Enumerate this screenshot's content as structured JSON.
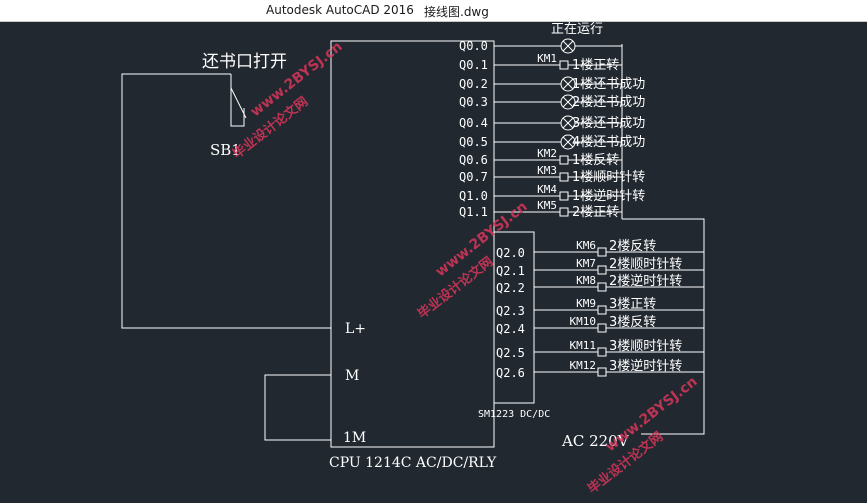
{
  "window": {
    "app_title": "Autodesk AutoCAD 2016",
    "file_name": "接线图.dwg"
  },
  "drawing": {
    "colors": {
      "background": "#212830",
      "line": "#ffffff",
      "watermark": "#d9365a"
    },
    "switch_label": "还书口打开",
    "switch_name": "SB1",
    "plc": {
      "model": "CPU 1214C AC/DC/RLY",
      "module": "SM1223 DC/DC",
      "inputs": [
        "L+",
        "M",
        "1M"
      ],
      "supply": "AC 220V"
    },
    "cpu_outputs": [
      {
        "address": "Q0.0",
        "relay": "",
        "device": "lamp",
        "label": "正在运行"
      },
      {
        "address": "Q0.1",
        "relay": "KM1",
        "device": "coil",
        "label": "1楼正转"
      },
      {
        "address": "Q0.2",
        "relay": "",
        "device": "lamp",
        "label": "1楼还书成功"
      },
      {
        "address": "Q0.3",
        "relay": "",
        "device": "lamp",
        "label": "2楼还书成功"
      },
      {
        "address": "Q0.4",
        "relay": "",
        "device": "lamp",
        "label": "3楼还书成功"
      },
      {
        "address": "Q0.5",
        "relay": "",
        "device": "lamp",
        "label": "4楼还书成功"
      },
      {
        "address": "Q0.6",
        "relay": "KM2",
        "device": "coil",
        "label": "1楼反转"
      },
      {
        "address": "Q0.7",
        "relay": "KM3",
        "device": "coil",
        "label": "1楼顺时针转"
      },
      {
        "address": "Q1.0",
        "relay": "KM4",
        "device": "coil",
        "label": "1楼逆时针转"
      },
      {
        "address": "Q1.1",
        "relay": "KM5",
        "device": "coil",
        "label": "2楼正转"
      }
    ],
    "module_outputs": [
      {
        "address": "Q2.0",
        "relay": "KM6",
        "label": "2楼反转"
      },
      {
        "address": "Q2.1",
        "relay": "KM7",
        "label": "2楼顺时针转"
      },
      {
        "address": "Q2.2",
        "relay": "KM8",
        "label": "2楼逆时针转"
      },
      {
        "address": "Q2.3",
        "relay": "KM9",
        "label": "3楼正转"
      },
      {
        "address": "Q2.4",
        "relay": "KM10",
        "label": "3楼反转"
      },
      {
        "address": "Q2.5",
        "relay": "KM11",
        "label": "3楼顺时针转"
      },
      {
        "address": "Q2.6",
        "relay": "KM12",
        "label": "3楼逆时针转"
      }
    ],
    "watermark": {
      "site": "www.2BYSJ.cn",
      "cn": "毕业设计论文网"
    }
  }
}
